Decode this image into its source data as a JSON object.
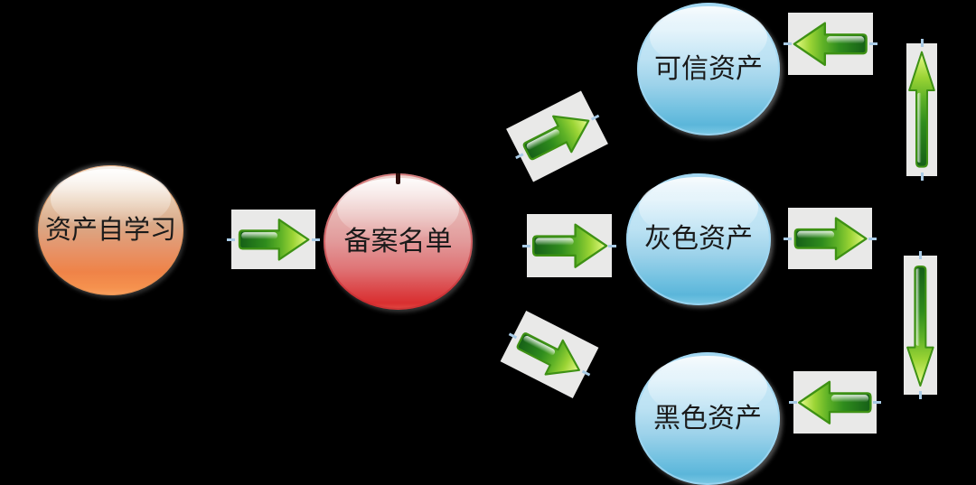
{
  "nodes": {
    "self_learning": {
      "label": "资产自学习"
    },
    "filing_list": {
      "label": "备案名单"
    },
    "trusted": {
      "label": "可信资产"
    },
    "gray": {
      "label": "灰色资产"
    },
    "black": {
      "label": "黑色资产"
    }
  },
  "arrows": [
    {
      "id": "self-to-filing",
      "direction": "right"
    },
    {
      "id": "filing-to-trusted",
      "direction": "up-right"
    },
    {
      "id": "filing-to-gray",
      "direction": "right"
    },
    {
      "id": "filing-to-black",
      "direction": "down-right"
    },
    {
      "id": "trusted-inflow",
      "direction": "left"
    },
    {
      "id": "gray-outflow",
      "direction": "right"
    },
    {
      "id": "black-inflow",
      "direction": "left"
    },
    {
      "id": "promote-flow",
      "direction": "up"
    },
    {
      "id": "demote-flow",
      "direction": "down"
    }
  ],
  "colors": {
    "background": "#000000",
    "node_orange": "#f08040",
    "node_red": "#da3535",
    "node_blue": "#7cc6e6",
    "arrow_dark_green": "#1d6b1a",
    "arrow_light_green": "#cdee6a",
    "arrow_outline": "#3e9114",
    "arrow_plate": "#e9e9e8",
    "label_text": "#1a1a1a"
  }
}
